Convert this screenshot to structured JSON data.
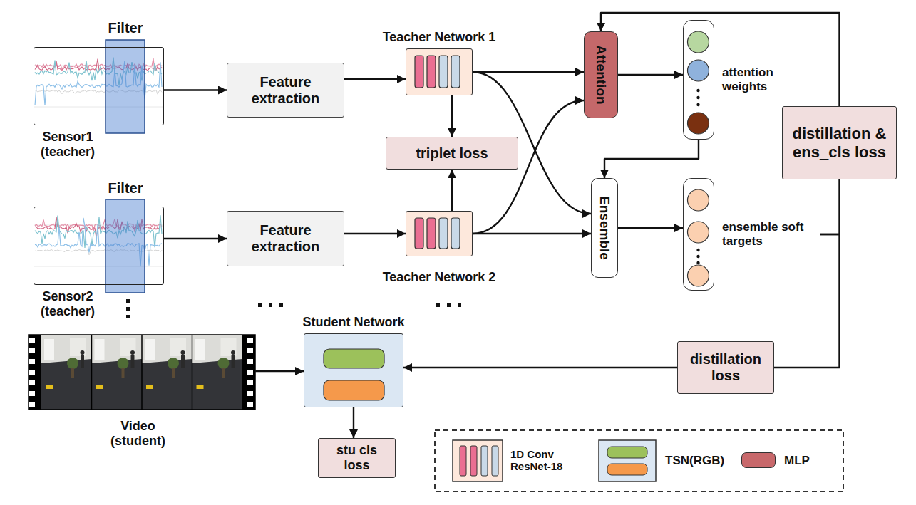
{
  "diagram": {
    "nodes": [
      {
        "text": [
          "Sensor1 (teacher)"
        ]
      },
      {
        "text": [
          "Feature extraction"
        ]
      },
      {
        "text": [
          "Teacher Network 1"
        ]
      },
      {
        "text": [
          "Attention"
        ]
      },
      {
        "text": [
          "attention weights"
        ]
      },
      {
        "text": [
          "triplet loss"
        ]
      },
      {
        "text": [
          "distillation & ens_cls loss"
        ]
      },
      {
        "text": [
          "Sensor2 (teacher)"
        ]
      },
      {
        "text": [
          "Feature extraction"
        ]
      },
      {
        "text": [
          "Teacher Network 2"
        ]
      },
      {
        "text": [
          "Ensemble"
        ]
      },
      {
        "text": [
          "ensemble soft targets"
        ]
      },
      {
        "text": [
          "Video (student)"
        ]
      },
      {
        "text": [
          "Student Network"
        ]
      },
      {
        "text": [
          "distillation loss"
        ]
      },
      {
        "text": [
          "stu cls loss"
        ]
      }
    ],
    "edges": [
      {
        "from": 0,
        "to": 1,
        "arrow": "to"
      },
      {
        "from": 1,
        "to": 2,
        "arrow": "to"
      },
      {
        "from": 2,
        "to": 5,
        "arrow": "to"
      },
      {
        "from": 9,
        "to": 5,
        "arrow": "to"
      },
      {
        "from": 2,
        "to": 3,
        "arrow": "to"
      },
      {
        "from": 2,
        "to": 10,
        "arrow": "to"
      },
      {
        "from": 9,
        "to": 3,
        "arrow": "to"
      },
      {
        "from": 9,
        "to": 10,
        "arrow": "to"
      },
      {
        "from": 3,
        "to": 4,
        "arrow": "to"
      },
      {
        "from": 4,
        "to": 10,
        "arrow": "to"
      },
      {
        "from": 10,
        "to": 11,
        "arrow": "to"
      },
      {
        "from": 11,
        "to": 6,
        "arrow": "none"
      },
      {
        "from": 11,
        "to": 14,
        "arrow": "none"
      },
      {
        "from": 6,
        "to": 3,
        "arrow": "to"
      },
      {
        "from": 14,
        "to": 13,
        "arrow": "to"
      },
      {
        "from": 12,
        "to": 13,
        "arrow": "to"
      },
      {
        "from": 13,
        "to": 15,
        "arrow": "to"
      },
      {
        "from": 7,
        "to": 8,
        "arrow": "to"
      },
      {
        "from": 8,
        "to": 9,
        "arrow": "to"
      }
    ],
    "labels": [
      "Filter",
      "Filter"
    ],
    "legend": [
      {
        "text": "1D Conv ResNet-18"
      },
      {
        "text": "TSN(RGB)"
      },
      {
        "text": "MLP",
        "color": "#c8686b"
      }
    ]
  }
}
